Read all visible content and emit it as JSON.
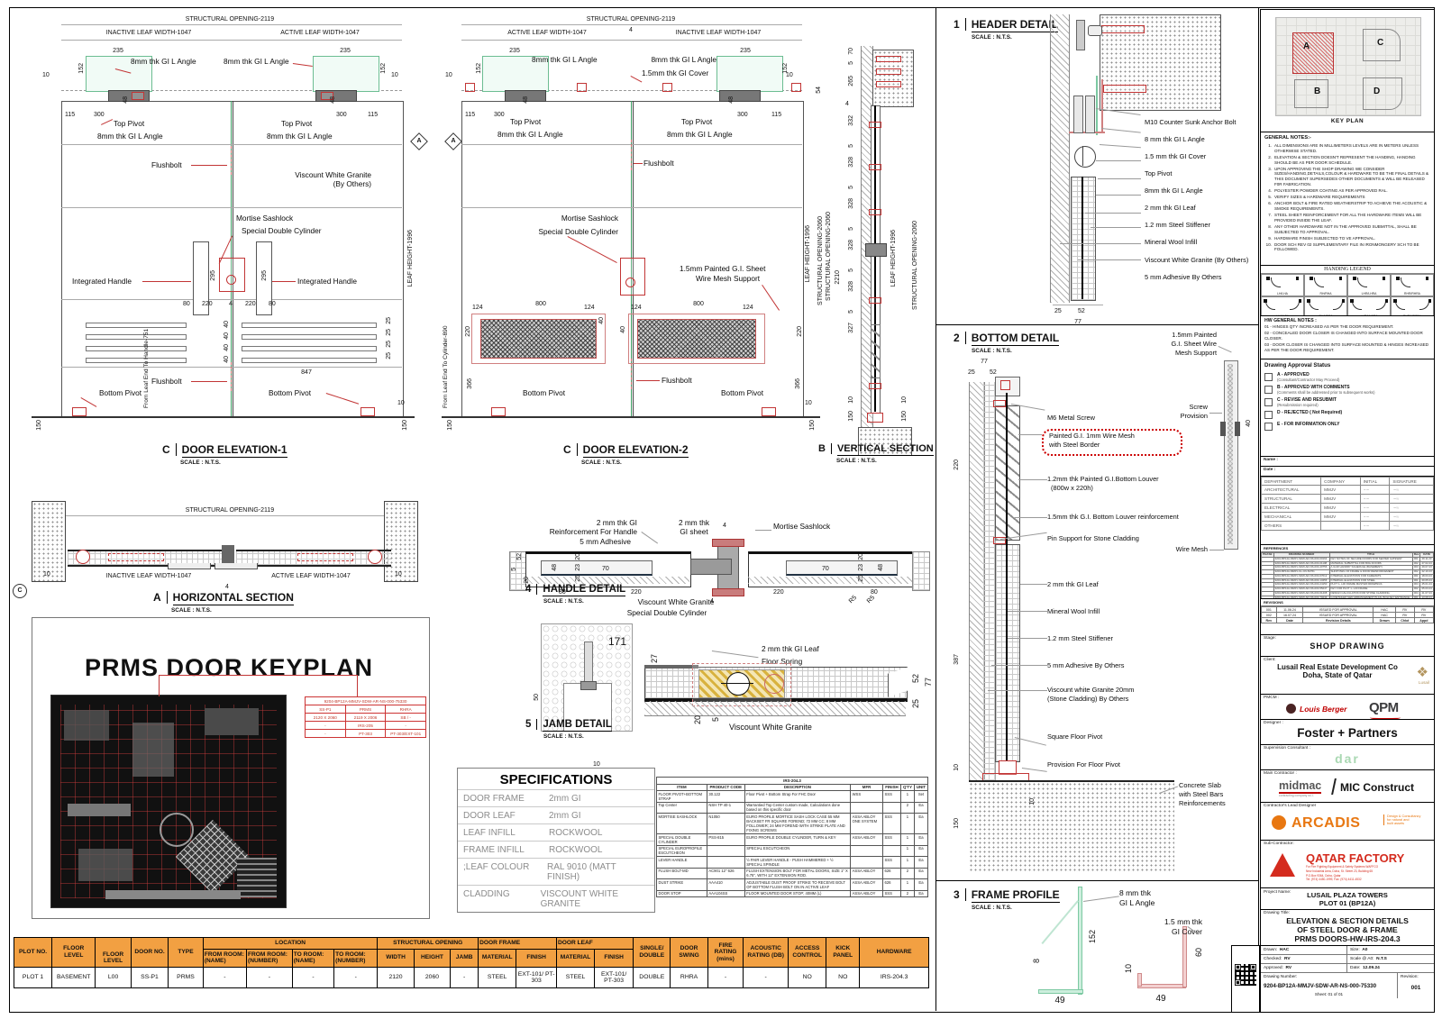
{
  "common": {
    "scale": "SCALE : N.T.S.",
    "angle8": "8mm thk GI L Angle",
    "angle8sp": "8 mm thk GI L Angle",
    "top_pivot": "Top Pivot",
    "flushbolt": "Flushbolt",
    "bottom_pivot": "Bottom Pivot",
    "integrated_handle": "Integrated Handle",
    "mortise": "Mortise Sashlock",
    "cylinder": "Special Double Cylinder",
    "granite": "Viscount White Granite",
    "by_others": "(By Others)",
    "so2119": "STRUCTURAL OPENING-2119",
    "so2060": "STRUCTURAL OPENING-2060",
    "active_leaf": "ACTIVE LEAF WIDTH-1047",
    "inactive_leaf": "INACTIVE LEAF WIDTH-1047",
    "leaf_height": "LEAF HEIGHT-1996"
  },
  "n": {
    "4": "4",
    "5": "5",
    "8": "8",
    "10": "10",
    "20": "20",
    "23": "23",
    "25": "25",
    "27": "27",
    "40": "40",
    "48": "48",
    "49": "49",
    "50": "50",
    "52": "52",
    "54": "54",
    "60": "60",
    "70": "70",
    "77": "77",
    "80": "80",
    "115": "115",
    "124": "124",
    "150": "150",
    "152": "152",
    "171": "171",
    "220": "220",
    "235": "235",
    "265": "265",
    "295": "295",
    "300": "300",
    "327": "327",
    "328": "328",
    "332": "332",
    "366": "366",
    "387": "387",
    "800": "800",
    "847": "847",
    "2210": "2210"
  },
  "elev1": {
    "letter": "C",
    "title": "DOOR ELEVATION-1",
    "handle_dim": "From Leaf End To Handle-751"
  },
  "elev2": {
    "letter": "C",
    "title": "DOOR ELEVATION-2",
    "cyl_dim": "From Leaf End To Cylinder-890",
    "cover": "1.5mm thk GI Cover",
    "mesh1": "1.5mm Painted G.I. Sheet",
    "mesh2": "Wire Mesh Support"
  },
  "vsec": {
    "letter": "B",
    "title": "VERTICAL SECTION",
    "dims": [
      "70",
      "5",
      "265",
      "4",
      "332",
      "5",
      "328",
      "5",
      "328",
      "5",
      "328",
      "5",
      "328",
      "5",
      "327",
      "10",
      "150"
    ]
  },
  "hsec": {
    "letter": "A",
    "title": "HORIZONTAL SECTION",
    "cmark": "C"
  },
  "hdetail": {
    "num": "1",
    "title": "HEADER DETAIL",
    "labels": [
      {
        "t": "M10 Counter Sunk Anchor Bolt"
      },
      {
        "t": "8 mm thk GI L Angle"
      },
      {
        "t": "1.5 mm thk GI Cover"
      },
      {
        "t": "Top Pivot"
      },
      {
        "t": "8mm thk GI L Angle"
      },
      {
        "t": "2 mm thk GI Leaf"
      },
      {
        "t": "1.2 mm Steel Stiffener"
      },
      {
        "t": "Mineral Wool Infill"
      },
      {
        "t": "Viscount White Granite (By Others)"
      },
      {
        "t": "5 mm Adhesive By Others"
      }
    ]
  },
  "bdetail": {
    "num": "2",
    "title": "BOTTOM DETAIL",
    "m6": "M6 Metal Screw",
    "mesh1": "Painted G.I. 1mm Wire Mesh",
    "mesh2": "with Steel Border",
    "louver1": "1.2mm thk Painted G.I.Bottom Louver",
    "louver2": "(800w x 220h)",
    "reinf": "1.5mm thk G.I. Bottom Louver reinforcement",
    "pin": "Pin Support for Stone Cladding",
    "leaf": "2 mm thk GI Leaf",
    "wool": "Mineral Wool Infill",
    "stiff": "1.2 mm Steel Stiffener",
    "adh": "5 mm Adhesive By Others",
    "granite1": "Viscount white Granite 20mm",
    "granite2": "(Stone Cladding) By Others",
    "sqpivot": "Square Floor Pivot",
    "prov": "Provision For Floor Pivot",
    "conc1": "Concrete Slab",
    "conc2": "with Steel Bars",
    "conc3": "Reinforcements",
    "sup1": "1.5mm Painted",
    "sup2": "G.I. Sheet Wire",
    "sup3": "Mesh Support",
    "screw1": "Screw",
    "screw2": "Provision",
    "wire": "Wire Mesh"
  },
  "handle": {
    "num": "4",
    "title": "HANDLE DETAIL",
    "r1": "2 mm thk GI",
    "r2": "Reinforcement For Handle",
    "adh": "5 mm Adhesive",
    "s1": "2 mm thk",
    "s2": "GI sheet",
    "r5": "R5"
  },
  "jamb": {
    "num": "5",
    "title": "JAMB DETAIL",
    "leaf": "2 mm thk GI Leaf",
    "spring": "Floor Spring"
  },
  "fprofile": {
    "num": "3",
    "title": "FRAME PROFILE",
    "a1": "8 mm thk",
    "a2": "GI L Angle",
    "c1": "1.5 mm thk",
    "c2": "GI Cover"
  },
  "keyplan_panel": {
    "title": "PRMS DOOR KEYPLAN",
    "t1": "9204-BP12A-MMJV-SDW-AR-NS-000-75330",
    "r2": [
      "SS-P1",
      "PRMS",
      "RHRA"
    ],
    "r3": [
      "2120 X 2060",
      "2119 X 2006",
      "SB / -"
    ],
    "r4": [
      "-",
      "IRS-205",
      "-"
    ],
    "r5": [
      "-",
      "PT-303",
      "PT-303/EXT-101"
    ]
  },
  "spec": {
    "title": "SPECIFICATIONS",
    "rows": [
      {
        "k": "DOOR FRAME",
        "v": "2mm GI"
      },
      {
        "k": "DOOR LEAF",
        "v": "2mm GI"
      },
      {
        "k": "LEAF INFILL",
        "v": "ROCKWOOL"
      },
      {
        "k": "FRAME INFILL",
        "v": "ROCKWOOL"
      },
      {
        "k": ";LEAF COLOUR",
        "v": "RAL 9010 (MATT FINISH)"
      },
      {
        "k": "CLADDING",
        "v": "VISCOUNT WHITE GRANITE"
      }
    ]
  },
  "hw": {
    "title": "IRS-204.3",
    "headers": [
      "ITEM",
      "PRODUCT CODE",
      "DESCRIPTION",
      "MFR",
      "FINISH",
      "Q'TY",
      "UNIT"
    ],
    "rows": [
      {
        "item": "FLOOR PIVOT+BOTTOM STRAP",
        "code": "30.122",
        "desc": "Floor Pivot + Bottom Strap For FHC Door",
        "mfr": "WSS",
        "fin": "SSS",
        "qty": "1",
        "unit": "Set"
      },
      {
        "item": "Top Center",
        "code": "NSH TP 40-1",
        "desc": "Warrantied Top Center custom made, Calculations done based on this specific door",
        "mfr": "",
        "fin": "",
        "qty": "2",
        "unit": "Ea"
      },
      {
        "item": "MORTISE SASHLOCK",
        "code": "N1050",
        "desc": "EURO PROFILE MORTICE SASH LOCK CASE 55 MM BACKSET FR SQUARE FOREND; 72 MM CC; 8 MM FOLLOWER; 24 MM FOREND WITH STRIKE PLATE AND FIXING SCREWS",
        "mfr": "ASSA ABLOY ONE SYSTEM",
        "fin": "SSS",
        "qty": "1",
        "unit": "Ea"
      },
      {
        "item": "SPECIAL DOUBLE CYLINDER",
        "code": "PSS-815",
        "desc": "EURO PROFILE DOUBLE CYLINDER, TURN & KEY",
        "mfr": "ASSA ABLOY",
        "fin": "SSS",
        "qty": "1",
        "unit": "Ea"
      },
      {
        "item": "SPECIAL EUROPROFILE ESCUTCHEON",
        "code": "",
        "desc": "SPECIAL ESCUTCHEON",
        "mfr": "",
        "fin": "",
        "qty": "1",
        "unit": "Ea"
      },
      {
        "item": "LEVER HANDLE",
        "code": "",
        "desc": "½ PAIR LEVER HANDLE - PUSH HAMMERED + ½ SPECIAL SPINDLE",
        "mfr": "",
        "fin": "SSS",
        "qty": "1",
        "unit": "Ea"
      },
      {
        "item": "FLUSH BOLT-MD",
        "code": "AC901 12\" 626",
        "desc": "FLUSH EXTENSION BOLT FOR METAL DOORS, SIZE 1\" X 6.75\", WITH 12\" EXTENSION ROD.",
        "mfr": "ASSA ABLOY",
        "fin": "626",
        "qty": "2",
        "unit": "Ea"
      },
      {
        "item": "DUST STRIKE",
        "code": "AAA410",
        "desc": "ADJUSTABLE DUST PROOF STRIKE TO RECEIVE BOLT OF BOTTOM FLUSH BOLT ON IN ACTIVE LEAF",
        "mfr": "ASSA ABLOY",
        "fin": "626",
        "qty": "1",
        "unit": "Ea"
      },
      {
        "item": "DOOR STOP",
        "code": "AAA104SS",
        "desc": "FLOOR MOUNTED DOOR STOP; 40MM (L)",
        "mfr": "ASSA ABLOY",
        "fin": "SSS",
        "qty": "2",
        "unit": "Ea"
      }
    ]
  },
  "schedule": {
    "h": {
      "plot": "PLOT NO.",
      "floor": "FLOOR LEVEL",
      "floor2": "FLOOR LEVEL",
      "door": "DOOR NO.",
      "type": "TYPE",
      "location": "LOCATION",
      "from_name": "FROM ROOM: (NAME)",
      "from_num": "FROM ROOM: (NUMBER)",
      "to_name": "TO ROOM: (NAME)",
      "to_num": "TO ROOM: (NUMBER)",
      "so": "STRUCTURAL OPENING",
      "width": "WIDTH",
      "height": "HEIGHT",
      "jamb": "JAMB",
      "frame": "DOOR FRAME",
      "leaf": "DOOR LEAF",
      "material": "MATERIAL",
      "finish": "FINISH",
      "single": "SINGLE/ DOUBLE",
      "swing": "DOOR SWING",
      "fire": "FIRE RATING (mins)",
      "acoustic": "ACOUSTIC RATING (DB)",
      "access": "ACCESS CONTROL",
      "kick": "KICK PANEL",
      "hardware": "HARDWARE"
    },
    "row": [
      "PLOT 1",
      "BASEMENT",
      "L00",
      "SS-P1",
      "PRMS",
      "-",
      "-",
      "-",
      "-",
      "2120",
      "2060",
      "-",
      "STEEL",
      "EXT-101/ PT-303",
      "STEEL",
      "EXT-101/ PT-303",
      "DOUBLE",
      "RHRA",
      "-",
      "-",
      "NO",
      "NO",
      "IRS-204.3"
    ]
  },
  "titleblock": {
    "keymap": {
      "label": "KEY PLAN",
      "a": "A",
      "b": "B",
      "c": "C",
      "d": "D"
    },
    "notes": {
      "heading": "GENERAL NOTES:-",
      "items": [
        {
          "n": "1.",
          "t": "ALL DIMENSIONS ARE IN MILLIMETERS LEVELS ARE IN METERS UNLESS OTHERWISE STATED."
        },
        {
          "n": "2.",
          "t": "ELEVATION & SECTION DOESN'T REPRESENT THE HANDING, HANDING SHOULD BE AS PER DOOR SCHEDULE."
        },
        {
          "n": "3.",
          "t": "UPON APPROVING THE SHOP DRAWING WE CONSIDER SIZES/HANDING,DETAILS,COLOUR & HARDWARE TO BE THE FINAL DETAILS & THIS DOCUMENT SUPERSEDES OTHER DOCUMENTS & WILL BE RELEASED F0R FABRICATION."
        },
        {
          "n": "4.",
          "t": "POLYESTER POWDER COATING AS PER APPROVED RAL."
        },
        {
          "n": "5.",
          "t": "VERIFY SIZES & HARDWARE REQUIREMENTS"
        },
        {
          "n": "6.",
          "t": "ANCHOR BOLT & FIRE RATED WEATHERSTRIP TO ACHIEVE THE ACOUSTIC & SMOKE REQUIREMENTS."
        },
        {
          "n": "7.",
          "t": "STEEL SHEET REINFORCEMENT FOR ALL THE HARDWARE ITEMS WILL BE PROVIDED INSIDE THE LEAF."
        },
        {
          "n": "8.",
          "t": "ANY OTHER HARDWARE NOT IN THE APPROVED SUBMITTAL, SHALL BE SUBJECTED TO APPROVAL."
        },
        {
          "n": "9.",
          "t": "HARDWARE FINISH SUBJECTED TO VE APPROVAL."
        },
        {
          "n": "10.",
          "t": "DOOR SCH REV 02 SUPPLEMENTARY FILE IN IRONMONGERY SCH TO BE FOLLOWED."
        }
      ]
    },
    "handing": {
      "heading": "HANDING LEGEND",
      "row1": [
        {
          "label": "LH/LHA"
        },
        {
          "label": "RH/RHA"
        },
        {
          "label": "LHR/LHRA"
        },
        {
          "label": "RHR/RHRA"
        }
      ],
      "row2": [
        {
          "label": "LHA/LSA"
        },
        {
          "label": "RHA/RSA"
        },
        {
          "label": "LHRA/LSRA"
        },
        {
          "label": "RHRA/RSRA"
        }
      ]
    },
    "hw_notes": {
      "heading": "HW GENERAL NOTES :",
      "items": [
        {
          "t": "01 - HINGES QTY INCREASED AS PER THE DOOR REQUIREMENT."
        },
        {
          "t": "02 - CONCEALED DOOR CLOSER IS CHANGED INTO SURFACE MOUNTED  DOOR CLOSER."
        },
        {
          "t": "03 - DOOR CLOSER IS CHANGED INTO SURFACE MOUNTED & HINGES INCREASED AS PER THE DOOR REQUIREMENT."
        }
      ]
    },
    "approval": {
      "heading": "Drawing Approval Status",
      "name": "Name :",
      "date": "Date :",
      "items": [
        {
          "k": "A - APPROVED",
          "s": "(Consultant/Contractor May Proceed)"
        },
        {
          "k": "B - APPROVED WITH COMMENTS",
          "s": "(Comments shall be addressed prior to subsequent works)"
        },
        {
          "k": "C - REVISE AND RESUBMIT",
          "s": "(Resubmission required)"
        },
        {
          "k": "D - REJECTED ( Not Required)",
          "s": ""
        },
        {
          "k": "E - FOR INFORMATION ONLY",
          "s": ""
        }
      ]
    },
    "dept": {
      "headers": [
        "DEPARTMENT",
        "COMPANY",
        "INITIAL",
        "SIGNATURE"
      ],
      "rows": [
        {
          "d": "ARCHITECTURAL",
          "c": "MMJV"
        },
        {
          "d": "STRUCTURAL",
          "c": "MMJV"
        },
        {
          "d": "ELECTRICAL",
          "c": "MMJV"
        },
        {
          "d": "MECHANICAL",
          "c": "MMJV"
        },
        {
          "d": "OTHERS",
          "c": ""
        }
      ]
    },
    "refs": {
      "heading": "REFERENCES",
      "headers": [
        "PHASE",
        "DRAWING NUMBER",
        "TITLE",
        "Rev",
        "DATE"
      ],
      "rows": [
        {
          "num": "9204-BP12A-MMJV-SDW-AR-NS-000-00164",
          "title": "KEY NOTES OF SECURE DOORS FOR SEATED GATEWAY",
          "rev": "001",
          "date": "29.11.23"
        },
        {
          "num": "9204-BP12A-MMJV-SDW-AR-NS-000-01108",
          "title": "MATERIAL SUBMITTAL FOR BOH DOORS",
          "rev": "002",
          "date": "27.02.24"
        },
        {
          "num": "9204-BP12A-MMJV-SDW-AR-NS-000-40756",
          "title": "A GUM HANDRY SCHEDULE (BASEMENT)",
          "rev": "003",
          "date": "29.07.23"
        },
        {
          "num": "9204-BP12A-MMJV-CL-CN-52761",
          "title": "SHOP DWG OF FRAME & DOOR REINFORCEMENT",
          "rev": "002",
          "date": "22.10.23"
        },
        {
          "num": "9204-BP12A-MMJV-SDW-AR-NS-000-67012",
          "title": "INTERNAL ELEVATIONS FOR KAZEMATS",
          "rev": "001",
          "date": "18.03.24"
        },
        {
          "num": "9204-BP12A-MMJV-SDW-AR-NS-000-13456",
          "title": "INTERNAL ELEVATIONS FOR STEEL",
          "rev": "001",
          "date": "20.05.24"
        },
        {
          "num": "9204-BP12A-MMJV-SDW-AR-NS-000-24150",
          "title": "PLOT 1- L00 FRAME MASTER DRAWINGS",
          "rev": "004",
          "date": "25.01.24"
        },
        {
          "num": "9204-BP12A-MMJV-SDW-AR-NS-000-55247",
          "title": "KEY FOR PLOT 1- L00 FRAME",
          "rev": "002",
          "date": "05.03.24"
        },
        {
          "num": "9204-BP12A-MMJV-SDW-AR-NS-000-61408",
          "title": "DESIGN CALCULATION FOR STONE CLADDING",
          "rev": "004",
          "date": "21.07.24"
        },
        {
          "num": "9204-BP12A-MMJV-SDW-AR-NS-000-70244",
          "title": "GI DETAILED GEN ARRANGEMENT PLAN- BOH KEY ENTRANCE",
          "rev": "001",
          "date": "13.08.24"
        },
        {
          "num": "9204-BP12A-MMJV-SDW-AR-NS-000-73390",
          "title": "GI FRAME REINFORCEMENT DETAIL",
          "rev": "001",
          "date": "29.08.24"
        }
      ]
    },
    "revisions": {
      "heading": "REVISIONS",
      "headers": [
        "Rev",
        "Date",
        "Revision Details",
        "Drawn",
        "Chkd",
        "Appd"
      ],
      "rows": [
        {
          "rev": "001",
          "date": "11.06.24",
          "det": "ISSUED FOR APPROVAL",
          "dr": "HAC",
          "ch": "RV",
          "ap": "RV"
        },
        {
          "rev": "002",
          "date": "16.07.24",
          "det": "ISSUED FOR APPROVAL",
          "dr": "HAC",
          "ch": "RV",
          "ap": "RV"
        }
      ]
    },
    "stage": {
      "label": "Stage:",
      "value": "SHOP DRAWING"
    },
    "client": {
      "label": "Client:",
      "l1": "Lusail Real Estate Development Co",
      "l2": "Doha, State of Qatar",
      "logo": "Lusail"
    },
    "pmcm": {
      "label": "PMCM :",
      "lb": "Louis Berger",
      "qpm": "QPM"
    },
    "designer": {
      "label": "Designer :",
      "value": "Foster + Partners"
    },
    "supervision": {
      "label": "Supervision Consultant :",
      "value": "dar"
    },
    "main_contractor": {
      "label": "Main Contractor :",
      "midmac": "midmac",
      "midmac_sub": "contracting company w.l.l.",
      "mic": "MIC Construct"
    },
    "lead_designer": {
      "label": "Contractor's Lead Designer",
      "arcadis": "ARCADIS",
      "tag1": "Design & Consultancy",
      "tag2": "for natural and",
      "tag3": "built assets"
    },
    "sub": {
      "label": "Sub-Contractor:",
      "name": "QATAR FACTORY",
      "l1": "For Fire Fighting Equipment & Safety Systems WAFFCO",
      "l2": "New Industrial Area, Doha, St. Street 23, Building 65",
      "l3": "P.O.Box 9364, Doha, Qatar",
      "l4": "Tel: (974) 4450-1999, Fax: (974) 4411-4532"
    },
    "project": {
      "label": "Project Name:",
      "l1": "LUSAIL PLAZA TOWERS",
      "l2": "PLOT 01 (BP12A)"
    },
    "dtitle": {
      "label": "Drawing Title:",
      "l1": "ELEVATION & SECTION DETAILS",
      "l2": "OF STEEL DOOR & FRAME",
      "l3": "PRMS DOORS-HW-IRS-204.3"
    },
    "info": {
      "drawn_l": "Drawn:",
      "drawn": "HAC",
      "checked_l": "Checked:",
      "checked": "RV",
      "approved_l": "Approved:",
      "approved": "RV",
      "size_l": "Size:",
      "size": "A0",
      "scale_l": "Scale @ A0:",
      "scale": "N.T.S",
      "date_l": "Date:",
      "date": "12.09.24",
      "dn_l": "Drawing Number:",
      "dn": "9204-BP12A-MMJV-SDW-AR-NS-000-75330",
      "rev_l": "Revision:",
      "rev": "001",
      "sheet": "Sheet:  01  of  01"
    }
  }
}
